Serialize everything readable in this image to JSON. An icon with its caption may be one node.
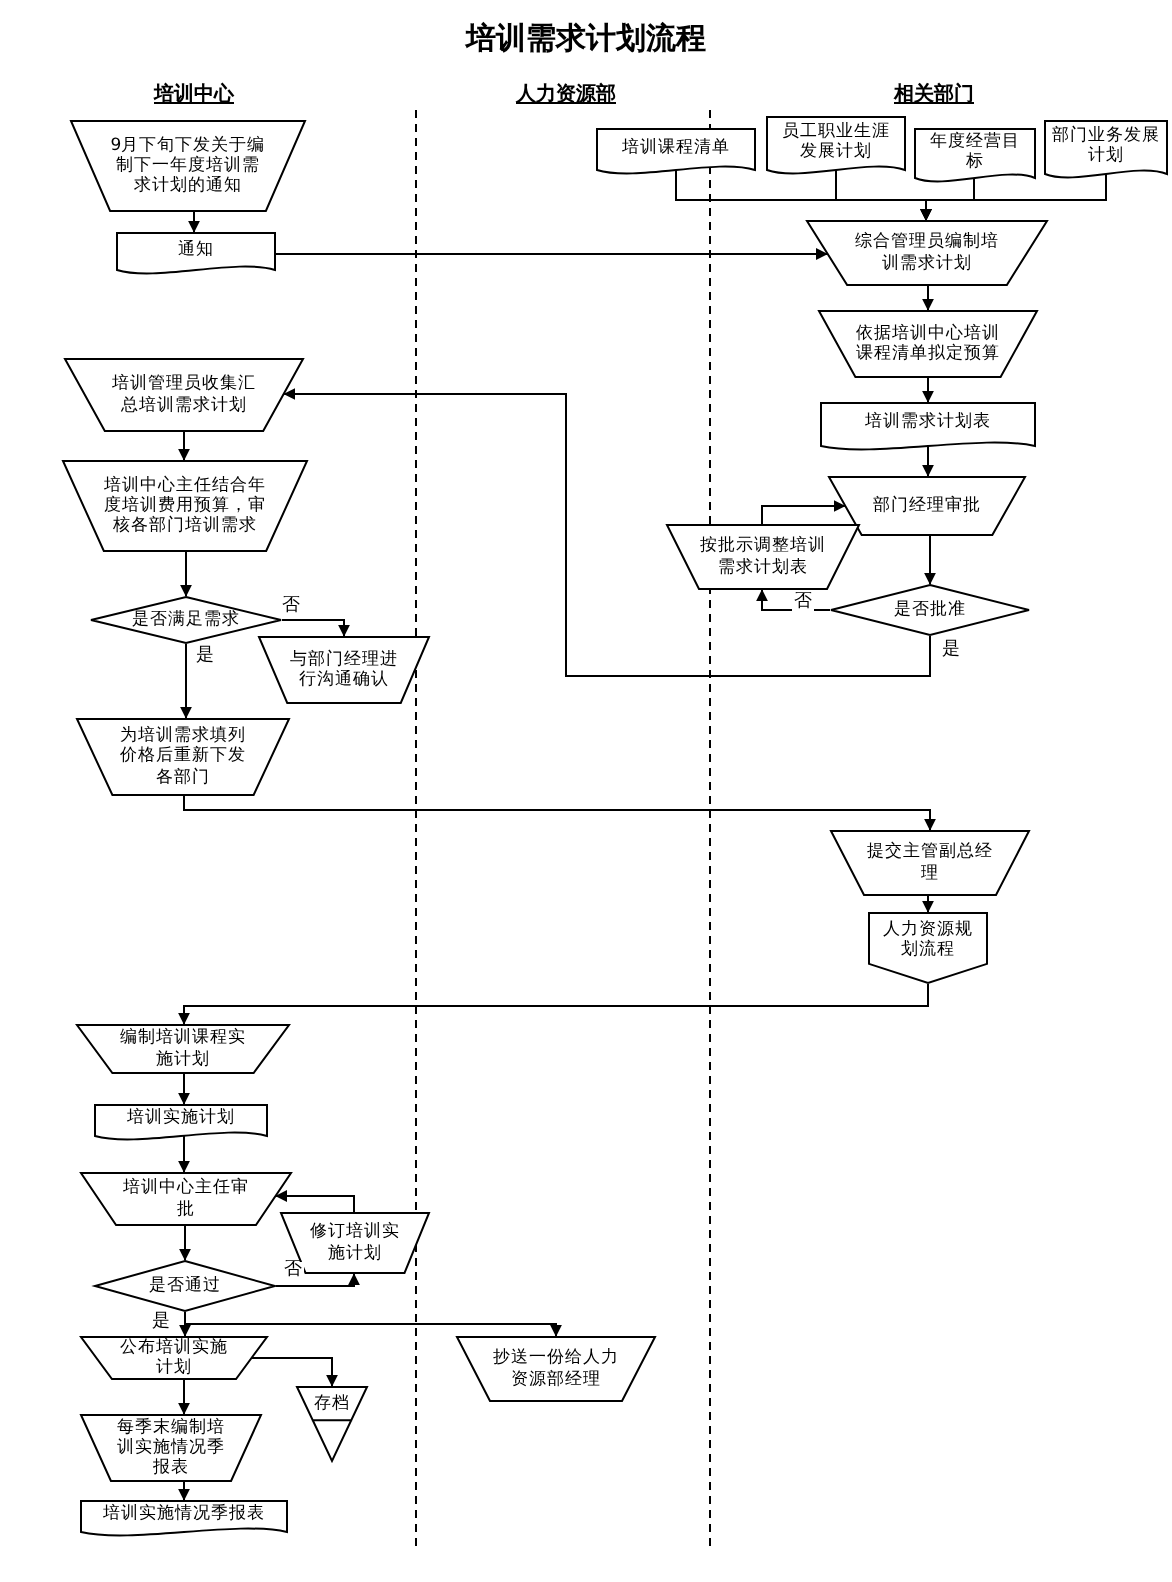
{
  "diagram": {
    "title": "培训需求计划流程",
    "nodes": [
      {
        "text": [
          "9月下旬下发关于编制下一年度培训需求计划的通知"
        ]
      },
      {
        "text": [
          "通知"
        ]
      },
      {
        "text": [
          "培训课程清单"
        ]
      },
      {
        "text": [
          "员工职业生涯发展计划"
        ]
      },
      {
        "text": [
          "年度经营目标"
        ]
      },
      {
        "text": [
          "部门业务发展计划"
        ]
      },
      {
        "text": [
          "综合管理员编制培训需求计划"
        ]
      },
      {
        "text": [
          "依据培训中心培训课程清单拟定预算"
        ]
      },
      {
        "text": [
          "培训需求计划表"
        ]
      },
      {
        "text": [
          "部门经理审批"
        ]
      },
      {
        "text": [
          "按批示调整培训需求计划表"
        ]
      },
      {
        "text": [
          "是否批准"
        ]
      },
      {
        "text": [
          "培训管理员收集汇总培训需求计划"
        ]
      },
      {
        "text": [
          "培训中心主任结合年度培训费用预算，审核各部门培训需求"
        ]
      },
      {
        "text": [
          "是否满足需求"
        ]
      },
      {
        "text": [
          "与部门经理进行沟通确认"
        ]
      },
      {
        "text": [
          "为培训需求填列价格后重新下发各部门"
        ]
      },
      {
        "text": [
          "提交主管副总经理"
        ]
      },
      {
        "text": [
          "人力资源规划流程"
        ]
      },
      {
        "text": [
          "编制培训课程实施计划"
        ]
      },
      {
        "text": [
          "培训实施计划"
        ]
      },
      {
        "text": [
          "培训中心主任审批"
        ]
      },
      {
        "text": [
          "修订培训实施计划"
        ]
      },
      {
        "text": [
          "是否通过"
        ]
      },
      {
        "text": [
          "公布培训实施计划"
        ]
      },
      {
        "text": [
          "存档"
        ]
      },
      {
        "text": [
          "抄送一份给人力资源部经理"
        ]
      },
      {
        "text": [
          "每季末编制培训实施情况季报表"
        ]
      },
      {
        "text": [
          "培训实施情况季报表"
        ]
      }
    ],
    "edges": [
      {
        "from": 0,
        "to": 1,
        "arrow": "to"
      },
      {
        "from": 1,
        "to": 6,
        "arrow": "to"
      },
      {
        "from": 2,
        "to": 6,
        "arrow": "to"
      },
      {
        "from": 3,
        "to": 6,
        "arrow": "to"
      },
      {
        "from": 4,
        "to": 6,
        "arrow": "to"
      },
      {
        "from": 5,
        "to": 6,
        "arrow": "to"
      },
      {
        "from": 6,
        "to": 7,
        "arrow": "to"
      },
      {
        "from": 7,
        "to": 8,
        "arrow": "to"
      },
      {
        "from": 8,
        "to": 9,
        "arrow": "to"
      },
      {
        "from": 9,
        "to": 11,
        "arrow": "to"
      },
      {
        "from": 11,
        "to": 10,
        "arrow": "to",
        "label": "否"
      },
      {
        "from": 10,
        "to": 9,
        "arrow": "to"
      },
      {
        "from": 11,
        "to": 12,
        "arrow": "to",
        "label": "是"
      },
      {
        "from": 12,
        "to": 13,
        "arrow": "to"
      },
      {
        "from": 13,
        "to": 14,
        "arrow": "to"
      },
      {
        "from": 14,
        "to": 15,
        "arrow": "to",
        "label": "否"
      },
      {
        "from": 14,
        "to": 16,
        "arrow": "to",
        "label": "是"
      },
      {
        "from": 16,
        "to": 17,
        "arrow": "to"
      },
      {
        "from": 17,
        "to": 18,
        "arrow": "to"
      },
      {
        "from": 18,
        "to": 19,
        "arrow": "to"
      },
      {
        "from": 19,
        "to": 20,
        "arrow": "to"
      },
      {
        "from": 20,
        "to": 21,
        "arrow": "to"
      },
      {
        "from": 21,
        "to": 23,
        "arrow": "to"
      },
      {
        "from": 23,
        "to": 22,
        "arrow": "to",
        "label": "否"
      },
      {
        "from": 22,
        "to": 21,
        "arrow": "to"
      },
      {
        "from": 23,
        "to": 24,
        "arrow": "to",
        "label": "是"
      },
      {
        "from": 23,
        "to": 26,
        "arrow": "to"
      },
      {
        "from": 24,
        "to": 25,
        "arrow": "to"
      },
      {
        "from": 24,
        "to": 27,
        "arrow": "to"
      },
      {
        "from": 27,
        "to": 28,
        "arrow": "to"
      }
    ],
    "labels": [
      "培训中心",
      "人力资源部",
      "相关部门"
    ]
  }
}
